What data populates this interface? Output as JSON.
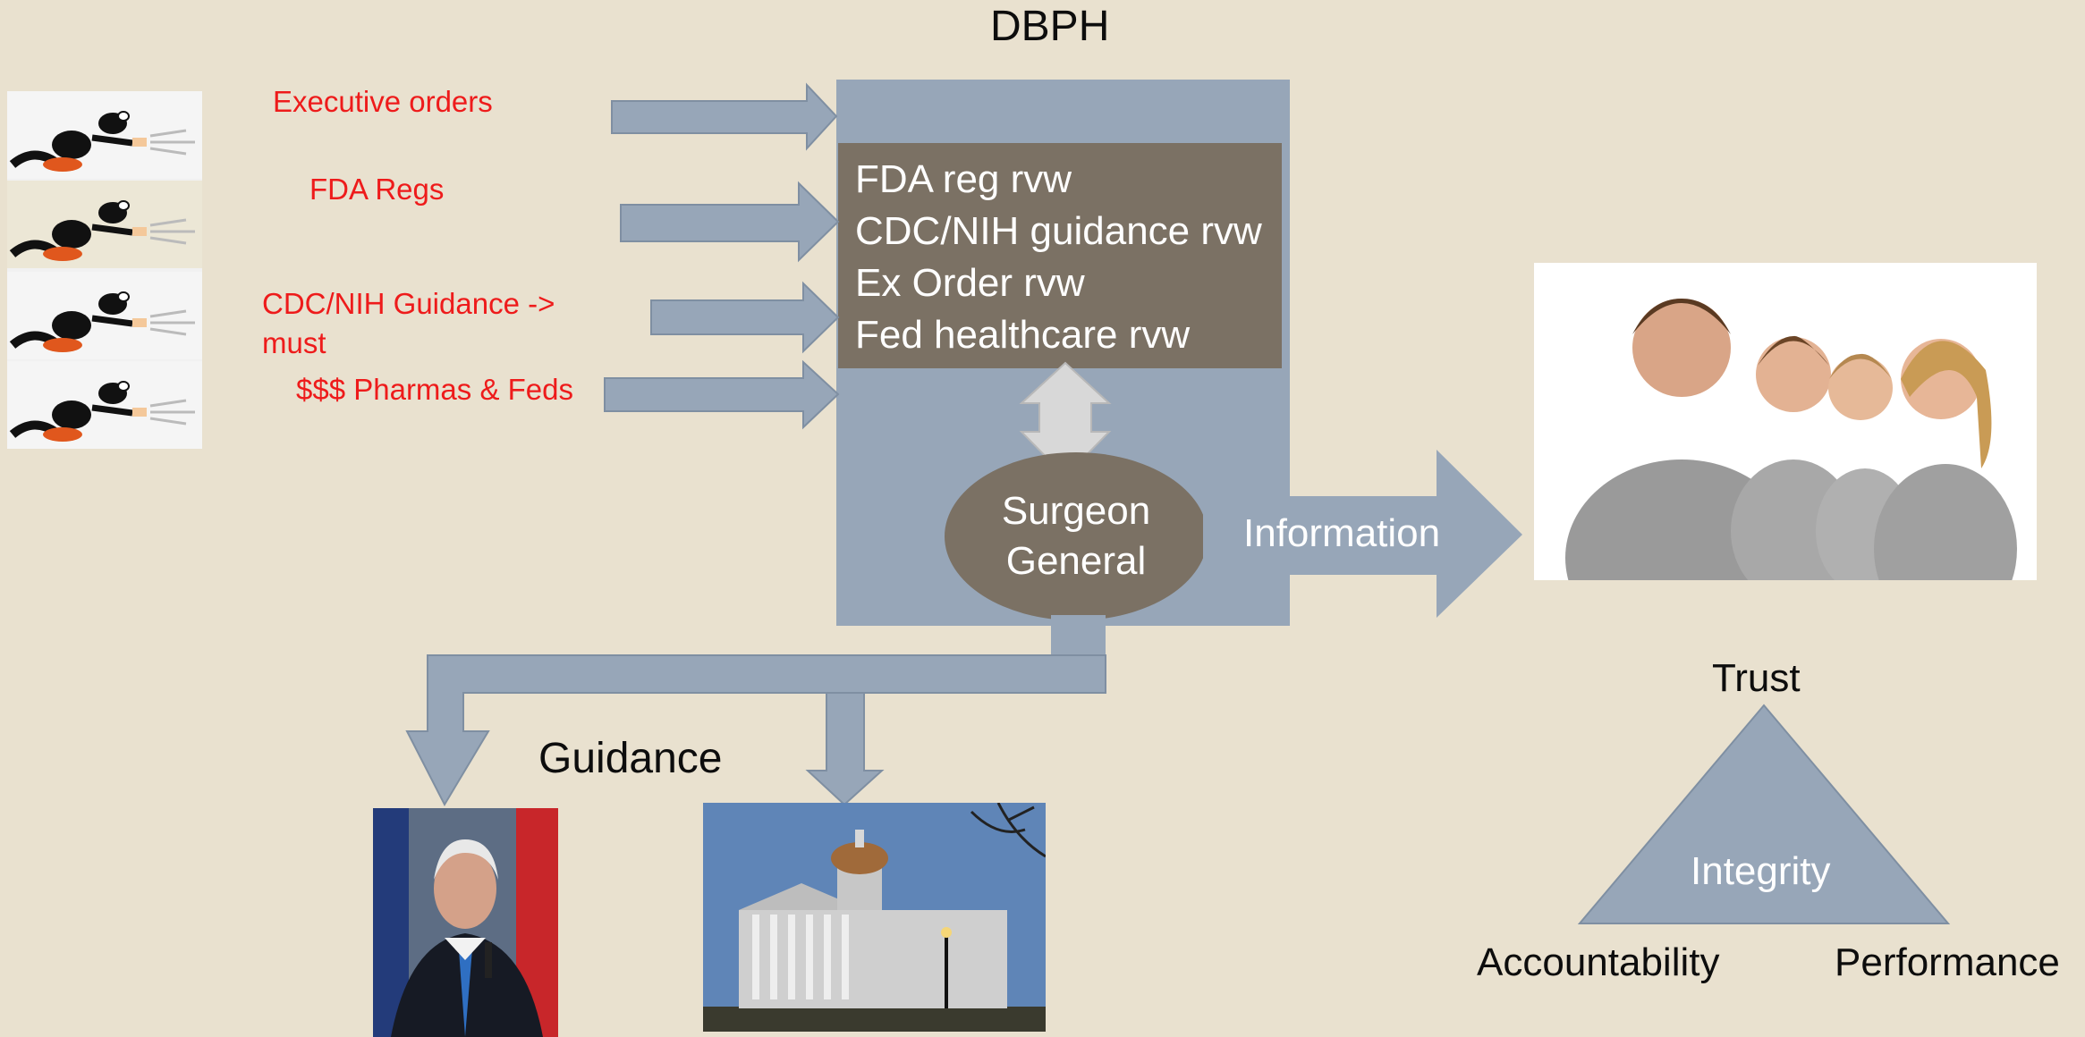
{
  "title": "DBPH",
  "inputs": [
    {
      "label": "Executive orders"
    },
    {
      "label": "FDA Regs"
    },
    {
      "label": "CDC/NIH Guidance ->",
      "label2": "must"
    },
    {
      "label": "$$$ Pharmas & Feds"
    }
  ],
  "review_box": {
    "items": [
      "FDA reg rvw",
      "CDC/NIH guidance rvw",
      "Ex Order rvw",
      "Fed healthcare rvw"
    ]
  },
  "surgeon": {
    "line1": "Surgeon",
    "line2": "General"
  },
  "information_label": "Information",
  "guidance_label": "Guidance",
  "triangle": {
    "top": "Trust",
    "center": "Integrity",
    "left": "Accountability",
    "right": "Performance"
  },
  "colors": {
    "background": "#e9e1cf",
    "arrow_fill": "#97a6b8",
    "review_fill": "#7b7164",
    "label_red": "#ee1b1b"
  }
}
